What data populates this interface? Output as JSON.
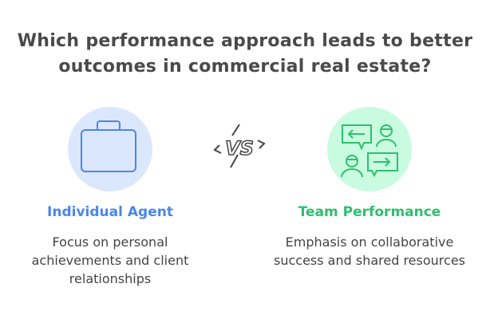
{
  "title": "Which performance approach leads to better outcomes in commercial real estate?",
  "left": {
    "heading": "Individual Agent",
    "description": "Focus on personal achievements and client relationships",
    "icon": "briefcase-icon",
    "color": "#4a86ea"
  },
  "vs_label": "VS",
  "right": {
    "heading": "Team Performance",
    "description": "Emphasis on collaborative success and shared resources",
    "icon": "team-chat-icon",
    "color": "#2fbf6e"
  }
}
